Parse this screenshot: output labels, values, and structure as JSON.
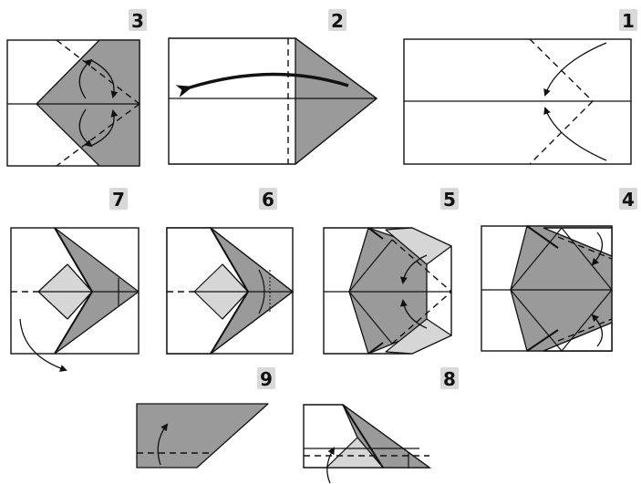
{
  "steps": [
    {
      "id": "step-1",
      "number": "1"
    },
    {
      "id": "step-2",
      "number": "2"
    },
    {
      "id": "step-3",
      "number": "3"
    },
    {
      "id": "step-4",
      "number": "4"
    },
    {
      "id": "step-5",
      "number": "5"
    },
    {
      "id": "step-6",
      "number": "6"
    },
    {
      "id": "step-7",
      "number": "7"
    },
    {
      "id": "step-8",
      "number": "8"
    },
    {
      "id": "step-9",
      "number": "9"
    }
  ],
  "colors": {
    "paper": "#ffffff",
    "fold_grey": "#9a9a9a",
    "fold_light": "#d6d6d6",
    "badge_bg": "#d9d9d9",
    "ink": "#111111"
  }
}
